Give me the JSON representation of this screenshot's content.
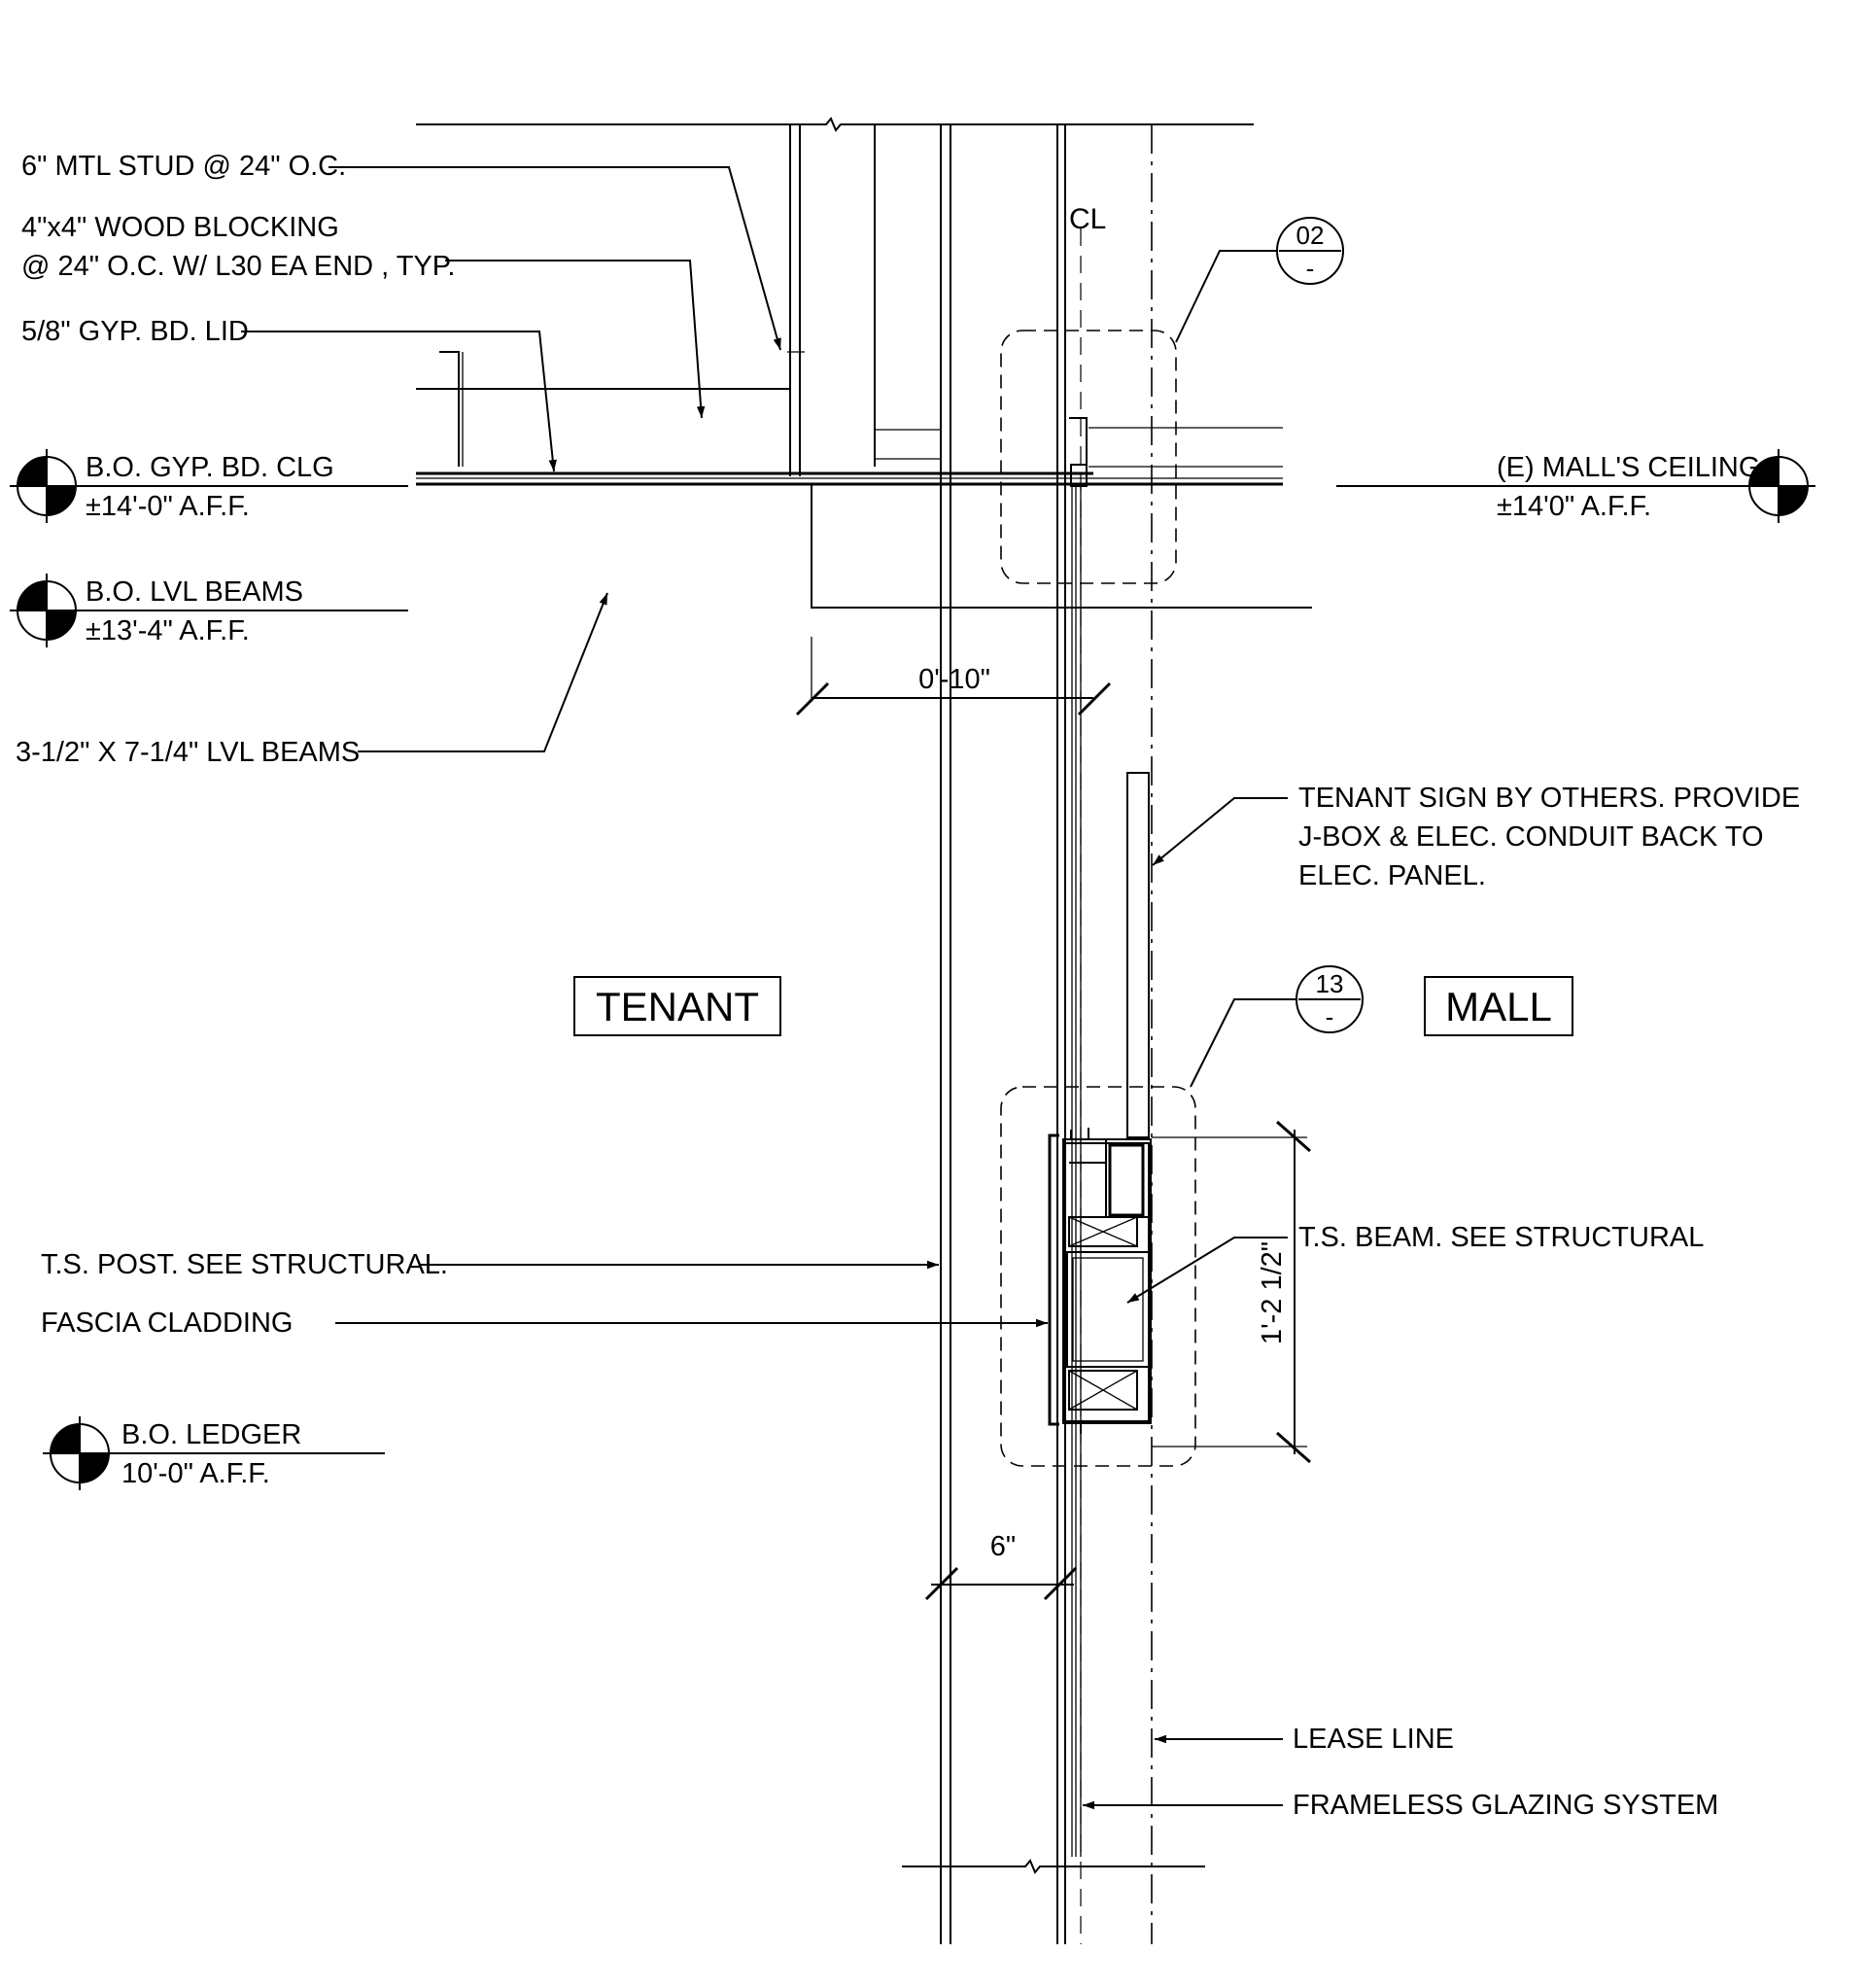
{
  "notes": {
    "metal_stud": "6\" MTL STUD @ 24\" O.C.",
    "wood_blocking_1": "4\"x4\" WOOD BLOCKING",
    "wood_blocking_2": "@ 24\" O.C. W/ L30 EA END , TYP.",
    "gyp_lid": "5/8\" GYP. BD. LID",
    "lvl_beams": "3-1/2\" X 7-1/4\" LVL BEAMS",
    "ts_post": "T.S. POST. SEE STRUCTURAL.",
    "fascia": "FASCIA CLADDING",
    "sign_1": "TENANT SIGN BY OTHERS. PROVIDE",
    "sign_2": "J-BOX & ELEC. CONDUIT BACK TO",
    "sign_3": "ELEC. PANEL.",
    "ts_beam": "T.S. BEAM. SEE STRUCTURAL",
    "lease_line": "LEASE LINE",
    "glazing": "FRAMELESS GLAZING SYSTEM"
  },
  "levels": {
    "gyp_clg": {
      "name": "B.O. GYP. BD. CLG",
      "elev": "±14'-0\" A.F.F."
    },
    "lvl": {
      "name": "B.O. LVL BEAMS",
      "elev": "±13'-4\" A.F.F."
    },
    "ledger": {
      "name": "B.O. LEDGER",
      "elev": "10'-0\" A.F.F."
    },
    "mall_ceiling": {
      "name": "(E) MALL'S CEILING",
      "elev": "±14'0\" A.F.F."
    }
  },
  "rooms": {
    "tenant": "TENANT",
    "mall": "MALL"
  },
  "dimensions": {
    "top": "0'-10\"",
    "bottom": "6\"",
    "vertical": "1'-2 1/2\""
  },
  "detail_tags": [
    {
      "number": "02",
      "sheet": "-"
    },
    {
      "number": "13",
      "sheet": "-"
    }
  ],
  "centerline": "CL"
}
